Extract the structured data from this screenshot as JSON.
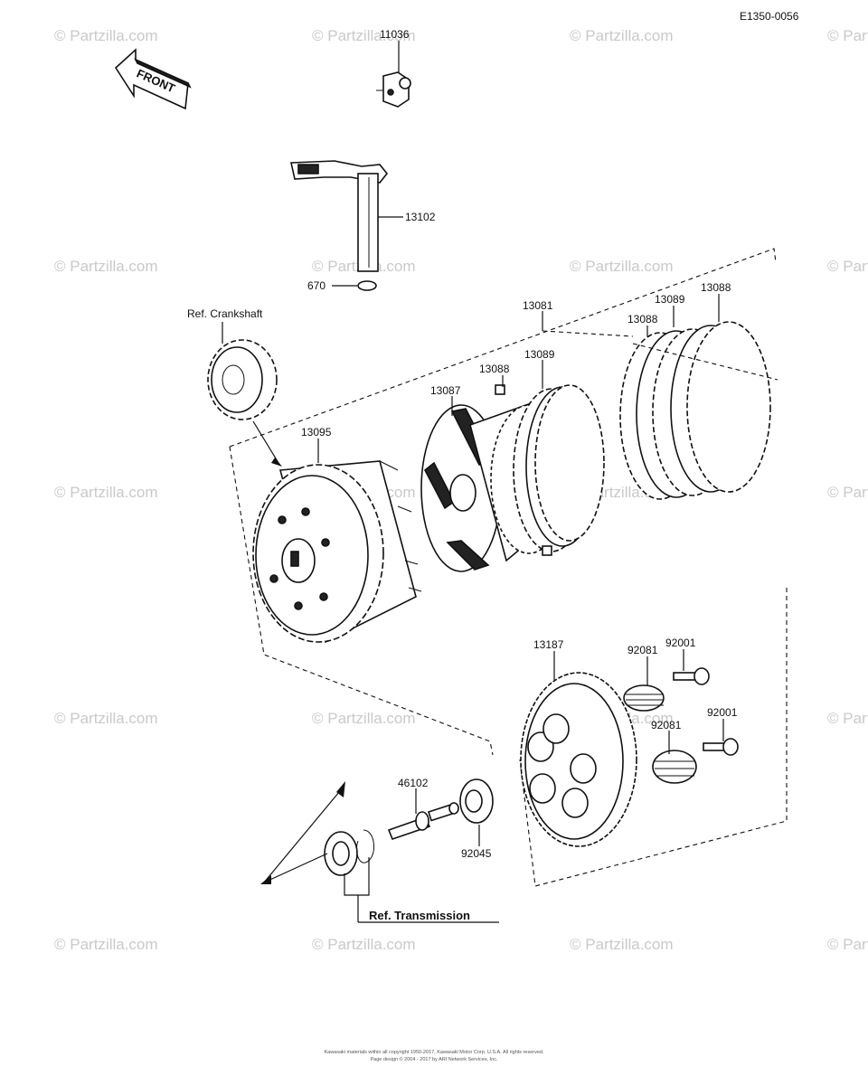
{
  "diagram_code": "E1350-0056",
  "front_label": "FRONT",
  "ref_crankshaft": "Ref. Crankshaft",
  "ref_transmission": "Ref. Transmission",
  "watermark": "© Partzilla.com",
  "footer": {
    "line1": "Kawasaki materials within all copyright 1950-2017, Kawasaki Motor Corp. U.S.A. All rights reserved.",
    "line2": "Page design © 2004 - 2017 by ARI Network Services, Inc."
  },
  "callouts": {
    "p11036": "11036",
    "p13102": "13102",
    "p670": "670",
    "p13081": "13081",
    "p13089_top": "13089",
    "p13088_top": "13088",
    "p13088_mid": "13088",
    "p13089_mid": "13089",
    "p13088_left": "13088",
    "p13087": "13087",
    "p13095": "13095",
    "p13187": "13187",
    "p92081_a": "92081",
    "p92001_a": "92001",
    "p92081_b": "92081",
    "p92001_b": "92001",
    "p46102": "46102",
    "p92045": "92045"
  }
}
